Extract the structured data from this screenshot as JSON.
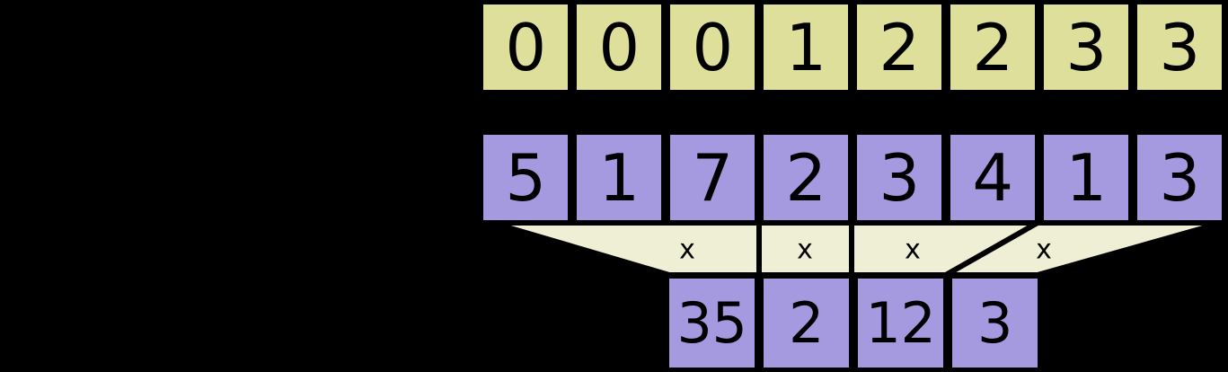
{
  "diagram": {
    "title": "Segmented reduction diagram",
    "background_color": "#000000",
    "palette": {
      "key_cell": "#dfdf9c",
      "value_cell": "#a59ae0",
      "segment_band": "#efefd5",
      "border": "#000000",
      "text": "#000000"
    },
    "key_row": {
      "name": "segment-keys",
      "cells": [
        "0",
        "0",
        "0",
        "1",
        "2",
        "2",
        "3",
        "3"
      ]
    },
    "value_row": {
      "name": "input-values",
      "cells": [
        "5",
        "1",
        "7",
        "2",
        "3",
        "4",
        "1",
        "3"
      ]
    },
    "segments": [
      {
        "label": "x",
        "key": "0",
        "span": 3
      },
      {
        "label": "x",
        "key": "1",
        "span": 1
      },
      {
        "label": "x",
        "key": "2",
        "span": 2
      },
      {
        "label": "x",
        "key": "3",
        "span": 2
      }
    ],
    "result_row": {
      "name": "segment-products",
      "cells": [
        "35",
        "2",
        "12",
        "3"
      ]
    }
  }
}
